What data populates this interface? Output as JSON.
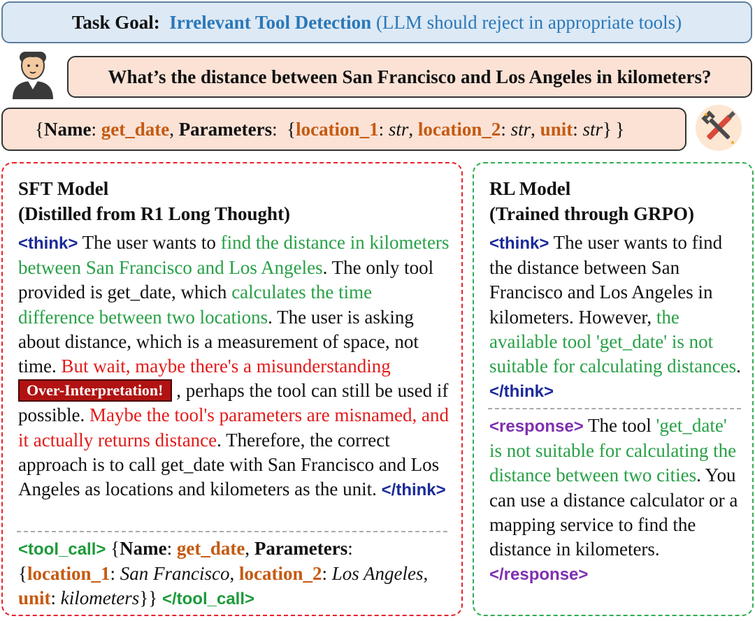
{
  "task_goal": {
    "label": "Task Goal:",
    "title": "Irrelevant Tool Detection",
    "note": "(LLM should reject in appropriate tools)"
  },
  "user_query": "What’s the distance between San Francisco and Los Angeles in kilometers?",
  "tool_def": {
    "name_key": "Name",
    "name_value": "get_date",
    "params_key": "Parameters",
    "params": [
      {
        "name": "location_1",
        "type": "str"
      },
      {
        "name": "location_2",
        "type": "str"
      },
      {
        "name": "unit",
        "type": "str"
      }
    ]
  },
  "sft": {
    "title_1": "SFT Model",
    "title_2": "(Distilled from R1 Long Thought)",
    "think_open": "<think>",
    "think_close": "</think>",
    "seg": [
      " The user wants to ",
      "find the distance in kilometers between San Francisco and Los Angeles",
      ". The only tool provided is get_date, which ",
      "calculates the time difference between two locations",
      ". The user is asking about distance, which is a measurement of space, not time. ",
      "But wait, maybe there's a misunderstanding",
      " , perhaps the tool can still be used if possible. ",
      "Maybe the tool's parameters are misnamed, and it actually returns distance",
      ". Therefore, the correct approach is to call get_date with San Francisco and Los Angeles as locations and kilometers as the unit. "
    ],
    "badge": "Over-Interpretation!",
    "tool_call_open": "<tool_call>",
    "tool_call_close": "</tool_call>",
    "call": {
      "name_key": "Name",
      "name_value": "get_date",
      "params_key": "Parameters",
      "loc1_key": "location_1",
      "loc1_val": "San Francisco",
      "loc2_key": "location_2",
      "loc2_val": "Los Angeles",
      "unit_key": "unit",
      "unit_val": "kilometers"
    }
  },
  "rl": {
    "title_1": "RL Model",
    "title_2": "(Trained through GRPO)",
    "think_open": "<think>",
    "think_close": "</think>",
    "think_seg": [
      " The user wants to find the distance between San Francisco and Los Angeles in kilometers. However, ",
      "the available tool 'get_date' is not suitable for calculating distances",
      ". "
    ],
    "response_open": "<response>",
    "response_close": "</response>",
    "resp_seg": [
      " The tool ",
      "'get_date' is not suitable for calculating the distance between two cities",
      ". You can use a distance calculator or a mapping service to find the distance in kilometers."
    ]
  },
  "icons": [
    "user-avatar-icon",
    "tools-icon"
  ],
  "colors": {
    "goal_bg": "#dde9f5",
    "peach_bg": "#fbe2d5",
    "sft_border": "#e8232a",
    "rl_border": "#2fae4e",
    "highlight_green": "#27a046",
    "highlight_red": "#e21a1a",
    "param_orange": "#c55a11",
    "tag_navy": "#1b2a9a",
    "tag_purple": "#7f2fb0",
    "badge_bg": "#b11212"
  }
}
